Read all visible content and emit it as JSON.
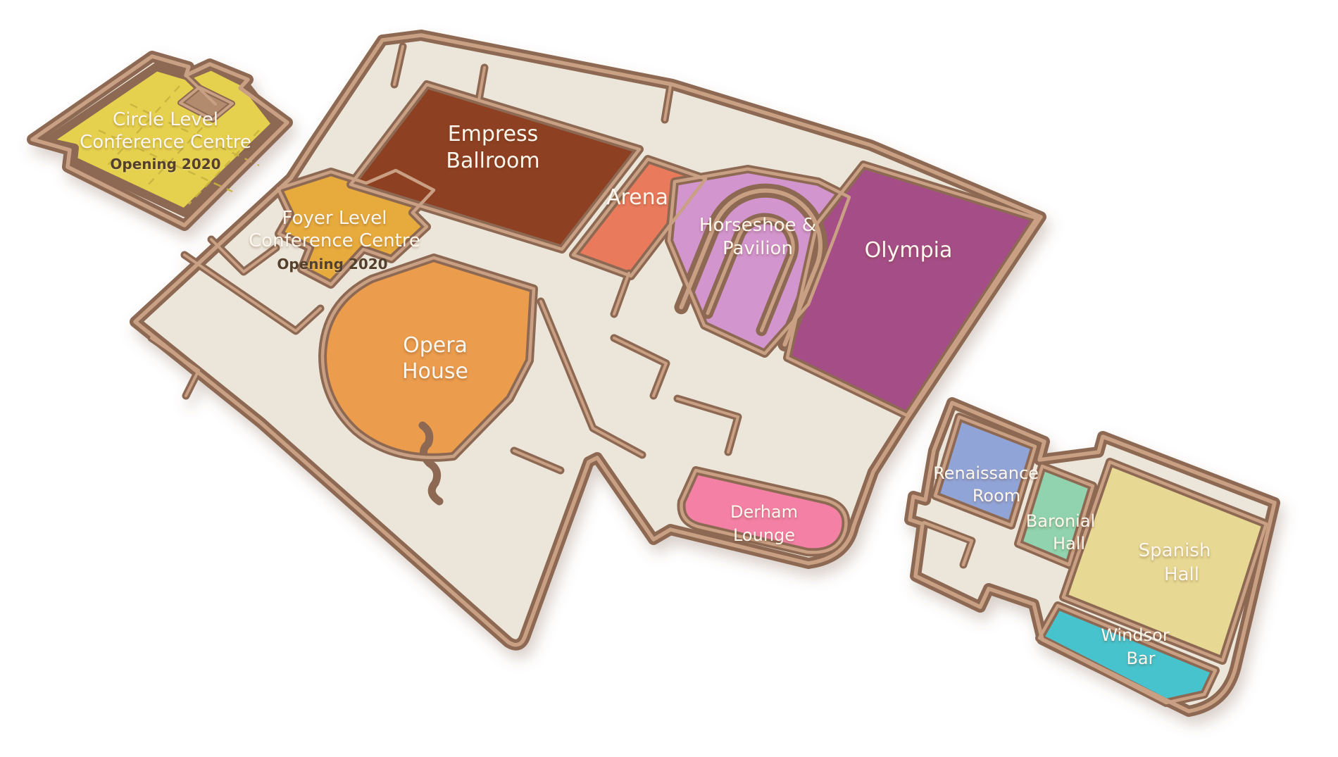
{
  "palette": {
    "background": "#ffffff",
    "wall_side": "#8d6952",
    "wall_top": "#c9a083",
    "floor": "#ece6da",
    "label": "#fdf7ee",
    "opening_label": "#54402c",
    "dash": "#c8b23e"
  },
  "rooms": [
    {
      "id": "circle-level-conference-centre",
      "line1": "Circle Level",
      "line2": "Conference Centre",
      "sub": "Opening 2020",
      "color": "#e6d14f"
    },
    {
      "id": "foyer-level-conference-centre",
      "line1": "Foyer Level",
      "line2": "Conference Centre",
      "sub": "Opening 2020",
      "color": "#e7ab3d"
    },
    {
      "id": "empress-ballroom",
      "line1": "Empress",
      "line2": "Ballroom",
      "color": "#8e4124"
    },
    {
      "id": "arena",
      "line1": "Arena",
      "color": "#ea7a5c"
    },
    {
      "id": "horseshoe-pavilion",
      "line1": "Horseshoe &",
      "line2": "Pavilion",
      "color": "#d295ce"
    },
    {
      "id": "olympia",
      "line1": "Olympia",
      "color": "#a54e86"
    },
    {
      "id": "opera-house",
      "line1": "Opera",
      "line2": "House",
      "color": "#eb9c4e"
    },
    {
      "id": "derham-lounge",
      "line1": "Derham",
      "line2": "Lounge",
      "color": "#f480a6"
    },
    {
      "id": "renaissance-room",
      "line1": "Renaissance",
      "line2": "Room",
      "color": "#91a4d7"
    },
    {
      "id": "baronial-hall",
      "line1": "Baronial",
      "line2": "Hall",
      "color": "#90d3ae"
    },
    {
      "id": "spanish-hall",
      "line1": "Spanish",
      "line2": "Hall",
      "color": "#e7d893"
    },
    {
      "id": "windsor-bar",
      "line1": "Windsor",
      "line2": "Bar",
      "color": "#46c3cd"
    }
  ]
}
